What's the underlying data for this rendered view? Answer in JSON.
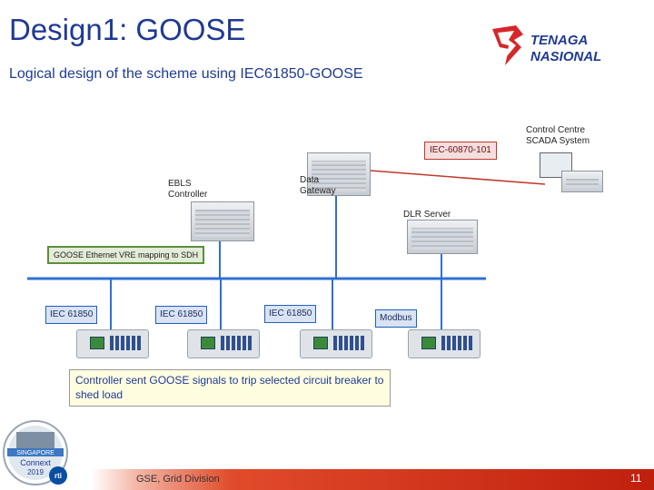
{
  "title": "Design1: GOOSE",
  "subtitle": "Logical design of the scheme using IEC61850-GOOSE",
  "logo": {
    "line1": "TENAGA",
    "line2": "NASIONAL",
    "color": "#d7262a",
    "text_color": "#1f3a93"
  },
  "diagram": {
    "control_centre_label": [
      "Control Centre",
      "SCADA System"
    ],
    "iec_101_label": "IEC-60870-101",
    "data_gateway_label": [
      "Data",
      "Gateway"
    ],
    "ebls_label": [
      "EBLS",
      "Controller"
    ],
    "dlr_label": "DLR Server",
    "goose_label": "GOOSE  Ethernet VRE mapping to SDH",
    "iec_tags": [
      "IEC 61850",
      "IEC 61850",
      "IEC 61850"
    ],
    "modbus_label": "Modbus"
  },
  "callout": "Controller sent GOOSE  signals to trip selected circuit breaker to shed load",
  "footer": {
    "text": "GSE, Grid Division",
    "page": "11"
  },
  "badge": {
    "line1": "SINGAPORE",
    "line2": "Connext",
    "line3": "2019",
    "line4": "rti"
  }
}
